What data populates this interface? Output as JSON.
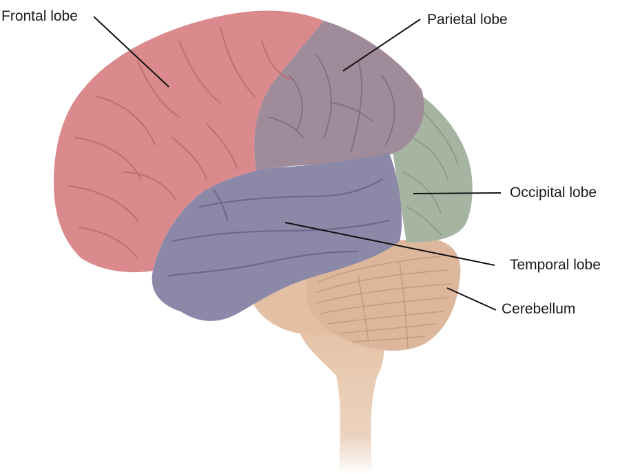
{
  "labels": {
    "frontal": "Frontal lobe",
    "parietal": "Parietal lobe",
    "occipital": "Occipital lobe",
    "temporal": "Temporal lobe",
    "cerebellum": "Cerebellum"
  },
  "colors": {
    "frontal": "#da8a8c",
    "parietal": "#9f8b9a",
    "occipital": "#a6b5a1",
    "temporal": "#8b88a8",
    "cerebellum": "#ddb79b",
    "brainstem": "#e8c8ac",
    "leader": "#111111"
  }
}
